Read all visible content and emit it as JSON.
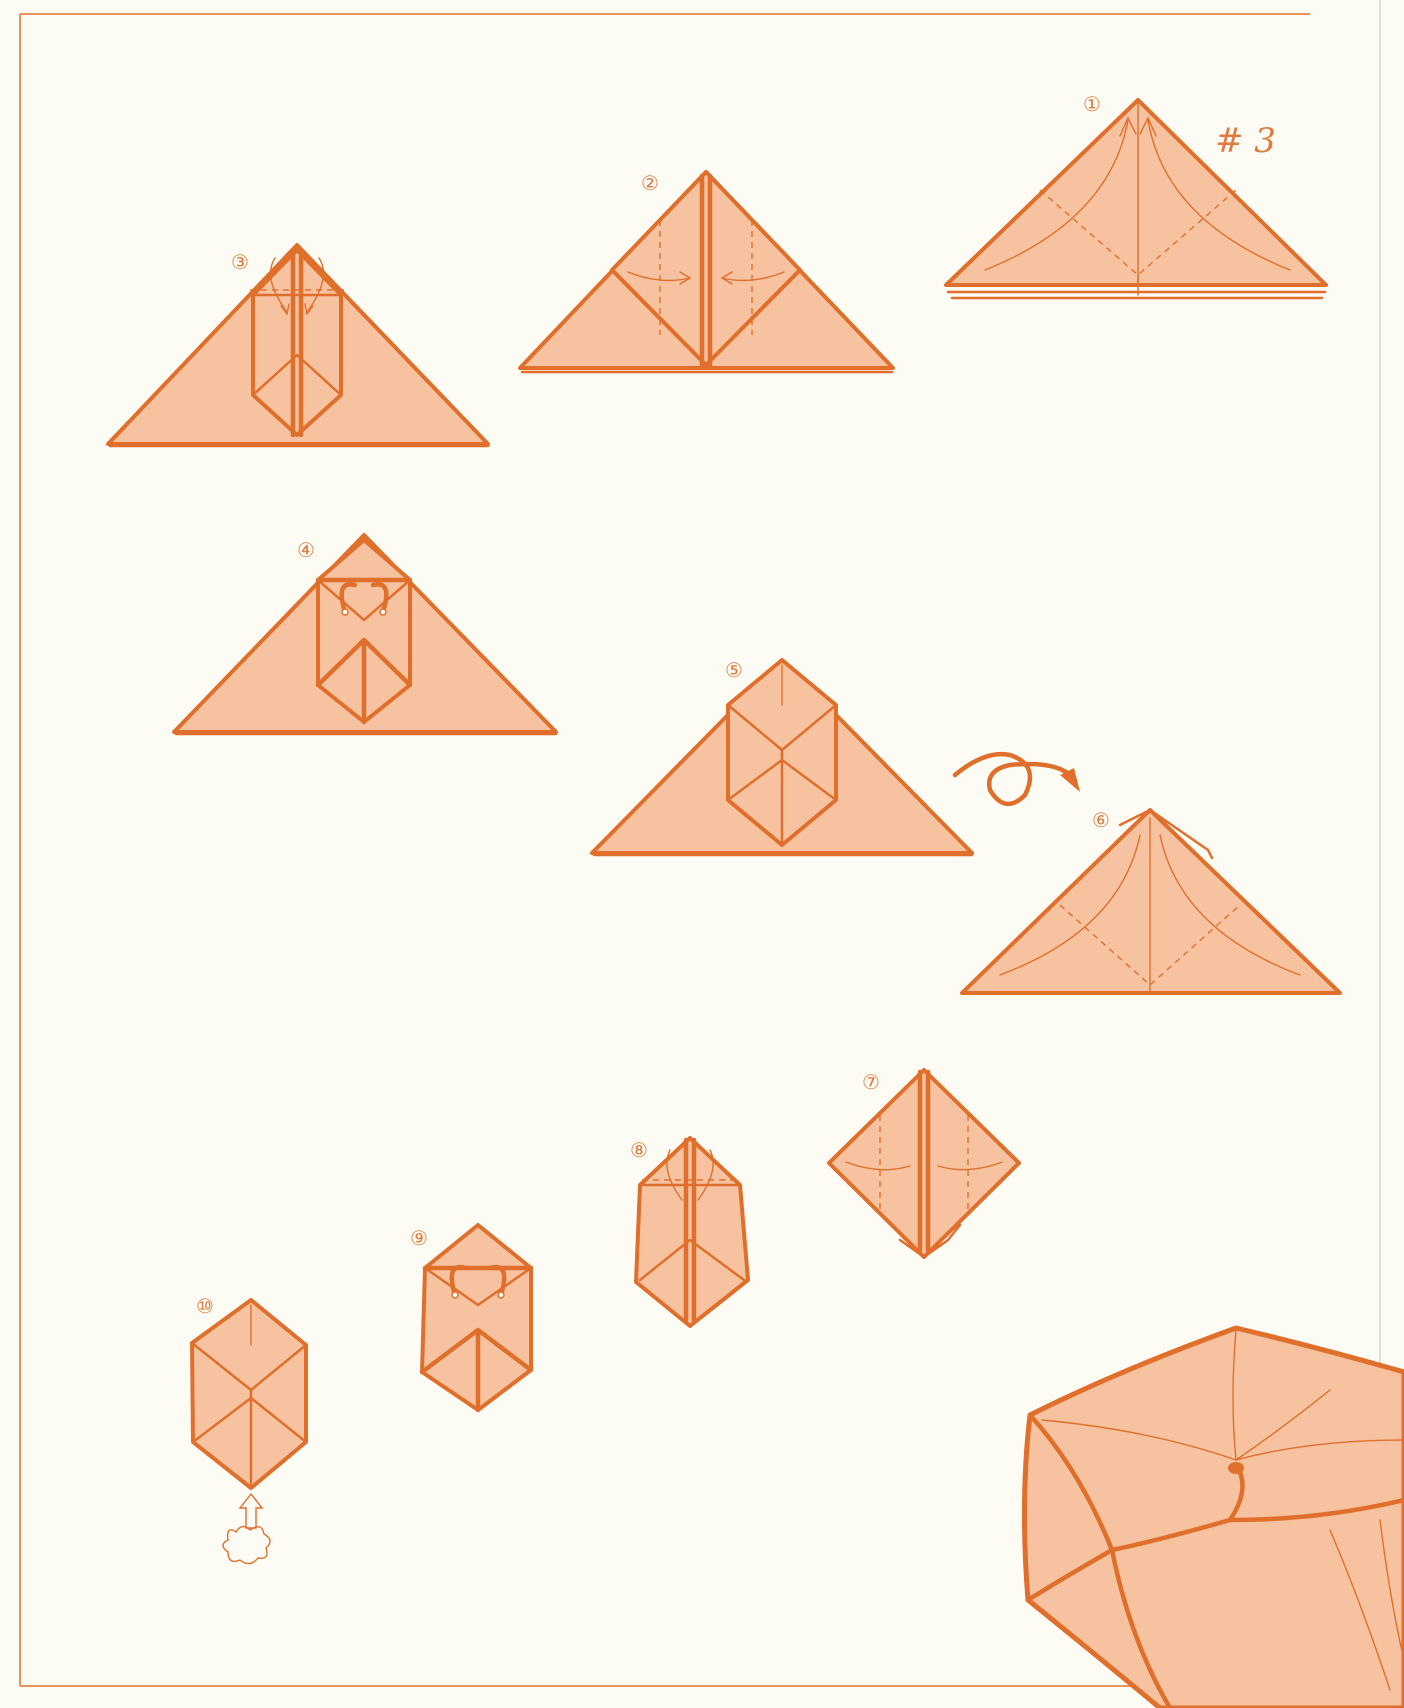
{
  "page_label": "# 3",
  "steps": [
    {
      "num": "①"
    },
    {
      "num": "②"
    },
    {
      "num": "③"
    },
    {
      "num": "④"
    },
    {
      "num": "⑤"
    },
    {
      "num": "⑥"
    },
    {
      "num": "⑦"
    },
    {
      "num": "⑧"
    },
    {
      "num": "⑨"
    },
    {
      "num": "⑩"
    }
  ],
  "colors": {
    "paper": "#fdfcf4",
    "fold_fill": "#f6c2a0",
    "line": "#e06f2c"
  }
}
